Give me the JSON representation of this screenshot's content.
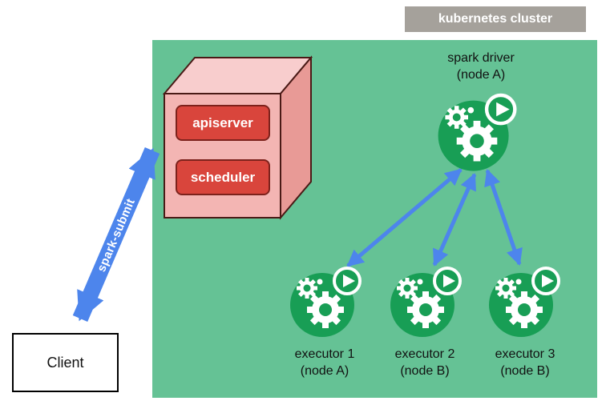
{
  "cluster": {
    "label": "kubernetes cluster"
  },
  "control_plane": {
    "apiserver_label": "apiserver",
    "scheduler_label": "scheduler"
  },
  "driver": {
    "title": "spark driver",
    "node": "(node A)"
  },
  "executors": [
    {
      "title": "executor 1",
      "node": "(node A)"
    },
    {
      "title": "executor 2",
      "node": "(node B)"
    },
    {
      "title": "executor 3",
      "node": "(node B)"
    }
  ],
  "client": {
    "label": "Client"
  },
  "arrows": {
    "spark_submit_label": "spark-submit"
  },
  "icons": {
    "driver_icon": "spark-pod-icon",
    "executor_icons": [
      "spark-pod-icon",
      "spark-pod-icon",
      "spark-pod-icon"
    ]
  },
  "colors": {
    "cluster_bg": "#65c295",
    "icon_green": "#189e55",
    "arrow_blue": "#4d85ec",
    "box_red": "#d9453c",
    "cube_front": "#f3b5b3",
    "cube_top": "#f8cdcd",
    "cube_side": "#e89a96",
    "label_gray": "#a5a19b"
  }
}
